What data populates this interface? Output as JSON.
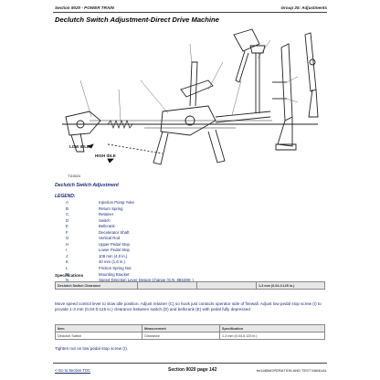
{
  "header": {
    "left": "Section 9020 - POWER TRAIN",
    "right": "Group 25: Adjustments"
  },
  "title": "Declutch Switch Adjustment-Direct Drive Machine",
  "diagram": {
    "labels": {
      "low_idle": "LOW IDLE",
      "high_idle": "HIGH IDLE",
      "figure_id": "T115024"
    }
  },
  "subtitle": "Declutch Switch Adjustment",
  "legend": {
    "title": "LEGEND:",
    "items": [
      {
        "key": "A",
        "value": "Injection Pump Yoke"
      },
      {
        "key": "B",
        "value": "Return Spring"
      },
      {
        "key": "C",
        "value": "Retainer"
      },
      {
        "key": "D",
        "value": "Switch"
      },
      {
        "key": "E",
        "value": "Bellcrank"
      },
      {
        "key": "F",
        "value": "Decelerator Shaft"
      },
      {
        "key": "G",
        "value": "Vertical Rod"
      },
      {
        "key": "H",
        "value": "Upper Pedal Stop"
      },
      {
        "key": "I",
        "value": "Lower Pedal Stop"
      },
      {
        "key": "J",
        "value": "108 mm (4.0 in.)"
      },
      {
        "key": "K",
        "value": "40 mm (1.6 in.)"
      },
      {
        "key": "L",
        "value": "Friction Spring Nut"
      },
      {
        "key": "M",
        "value": "Mounting Bracket"
      },
      {
        "key": "N",
        "value": "Speed Direction Lever Design Change (S.N. 884208- )"
      }
    ]
  },
  "specifications": {
    "title": "Specifications",
    "table1": [
      [
        "Declutch Switch Clearance",
        "",
        "",
        "1-3 mm (0.04-0.125 in.)"
      ]
    ],
    "paragraph": "Move speed control lever to slow idle position. Adjust retainer (C) so hook just contacts operator side of firewall. Adjust low pedal stop screw (I) to provide 1-3 mm (0.04-0.125 in.) clearance between switch (D) and bellcrank (E) with pedal fully depressed.",
    "table2_header": [
      "Item",
      "Measurement",
      "Specification"
    ],
    "table2_row": [
      "Declutch Switch",
      "Clearance",
      "1-3 mm (0.04-0.125 in.)"
    ],
    "closing": "Tighten nut on low pedal stop screw (I)."
  },
  "footer": {
    "left": "<-Go to Section TOC",
    "center": "Section 9020 page 142",
    "right": "tm1485#OPERATION AND TEST MANUAL"
  }
}
